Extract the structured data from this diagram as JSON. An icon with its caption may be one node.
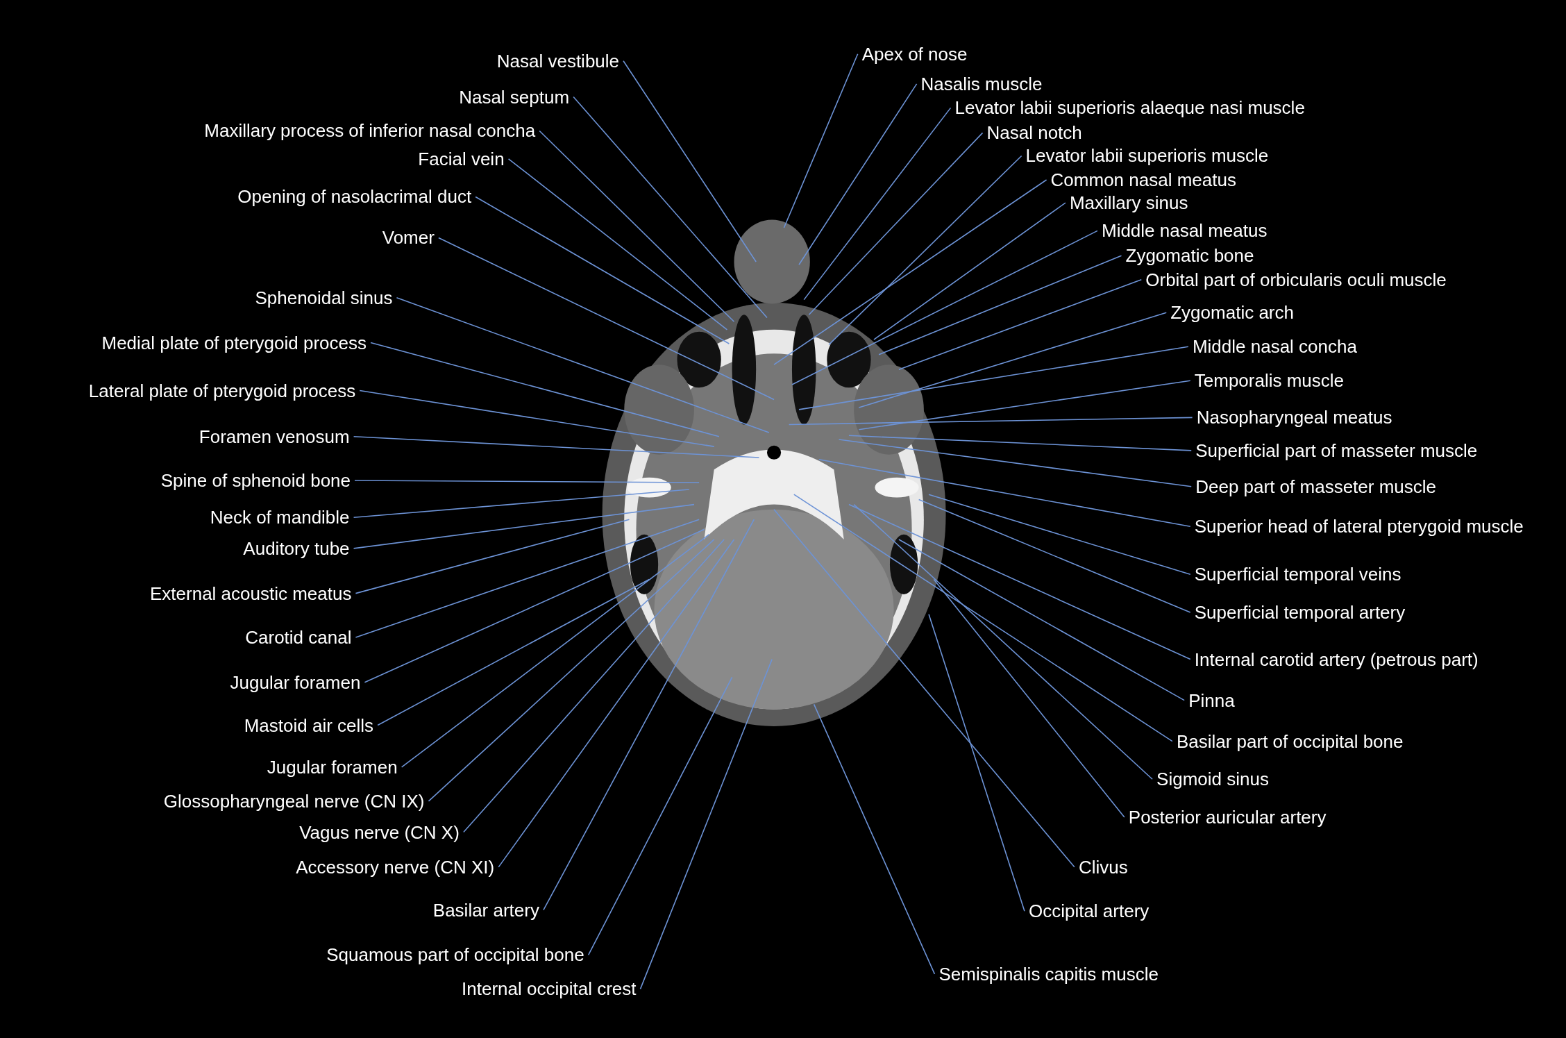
{
  "diagram": {
    "nodes": [
      {
        "text": [
          "Nasal vestibule"
        ]
      },
      {
        "text": [
          "Nasal septum"
        ]
      },
      {
        "text": [
          "Maxillary process of inferior nasal concha"
        ]
      },
      {
        "text": [
          "Facial vein"
        ]
      },
      {
        "text": [
          "Opening of nasolacrimal duct"
        ]
      },
      {
        "text": [
          "Vomer"
        ]
      },
      {
        "text": [
          "Sphenoidal sinus"
        ]
      },
      {
        "text": [
          "Medial plate of pterygoid process"
        ]
      },
      {
        "text": [
          "Lateral plate of pterygoid process"
        ]
      },
      {
        "text": [
          "Foramen venosum"
        ]
      },
      {
        "text": [
          "Spine of sphenoid bone"
        ]
      },
      {
        "text": [
          "Neck of mandible"
        ]
      },
      {
        "text": [
          "Auditory tube"
        ]
      },
      {
        "text": [
          "External acoustic meatus"
        ]
      },
      {
        "text": [
          "Carotid canal"
        ]
      },
      {
        "text": [
          "Jugular foramen"
        ]
      },
      {
        "text": [
          "Mastoid air cells"
        ]
      },
      {
        "text": [
          "Jugular foramen"
        ]
      },
      {
        "text": [
          "Glossopharyngeal nerve (CN IX)"
        ]
      },
      {
        "text": [
          "Vagus nerve (CN X)"
        ]
      },
      {
        "text": [
          "Accessory nerve (CN XI)"
        ]
      },
      {
        "text": [
          "Basilar artery"
        ]
      },
      {
        "text": [
          "Squamous part of occipital bone"
        ]
      },
      {
        "text": [
          "Internal occipital crest"
        ]
      },
      {
        "text": [
          "Apex of nose"
        ]
      },
      {
        "text": [
          "Nasalis muscle"
        ]
      },
      {
        "text": [
          "Levator labii superioris alaeque nasi muscle"
        ]
      },
      {
        "text": [
          "Nasal notch"
        ]
      },
      {
        "text": [
          "Levator labii superioris muscle"
        ]
      },
      {
        "text": [
          "Common nasal meatus"
        ]
      },
      {
        "text": [
          "Maxillary sinus"
        ]
      },
      {
        "text": [
          "Middle nasal meatus"
        ]
      },
      {
        "text": [
          "Zygomatic bone"
        ]
      },
      {
        "text": [
          "Orbital part of orbicularis oculi muscle"
        ]
      },
      {
        "text": [
          "Zygomatic arch"
        ]
      },
      {
        "text": [
          "Middle nasal concha"
        ]
      },
      {
        "text": [
          "Temporalis muscle"
        ]
      },
      {
        "text": [
          "Nasopharyngeal meatus"
        ]
      },
      {
        "text": [
          "Superficial part of masseter muscle"
        ]
      },
      {
        "text": [
          "Deep part of masseter muscle"
        ]
      },
      {
        "text": [
          "Superior head of lateral pterygoid muscle"
        ]
      },
      {
        "text": [
          "Superficial temporal veins"
        ]
      },
      {
        "text": [
          "Superficial temporal artery"
        ]
      },
      {
        "text": [
          "Internal carotid artery (petrous part)"
        ]
      },
      {
        "text": [
          "Pinna"
        ]
      },
      {
        "text": [
          "Basilar part of occipital bone"
        ]
      },
      {
        "text": [
          "Sigmoid sinus"
        ]
      },
      {
        "text": [
          "Posterior auricular artery"
        ]
      },
      {
        "text": [
          "Clivus"
        ]
      },
      {
        "text": [
          "Occipital artery"
        ]
      },
      {
        "text": [
          "Semispinalis capitis muscle"
        ]
      }
    ],
    "edges": [
      {
        "from": 0,
        "to": null,
        "arrow": "none"
      },
      {
        "from": 1,
        "to": null,
        "arrow": "none"
      },
      {
        "from": 2,
        "to": null,
        "arrow": "none"
      },
      {
        "from": 3,
        "to": null,
        "arrow": "none"
      },
      {
        "from": 4,
        "to": null,
        "arrow": "none"
      },
      {
        "from": 5,
        "to": null,
        "arrow": "none"
      },
      {
        "from": 6,
        "to": null,
        "arrow": "none"
      },
      {
        "from": 7,
        "to": null,
        "arrow": "none"
      },
      {
        "from": 8,
        "to": null,
        "arrow": "none"
      },
      {
        "from": 9,
        "to": null,
        "arrow": "none"
      },
      {
        "from": 10,
        "to": null,
        "arrow": "none"
      },
      {
        "from": 11,
        "to": null,
        "arrow": "none"
      },
      {
        "from": 12,
        "to": null,
        "arrow": "none"
      },
      {
        "from": 13,
        "to": null,
        "arrow": "none"
      },
      {
        "from": 14,
        "to": null,
        "arrow": "none"
      },
      {
        "from": 15,
        "to": null,
        "arrow": "none"
      },
      {
        "from": 16,
        "to": null,
        "arrow": "none"
      },
      {
        "from": 17,
        "to": null,
        "arrow": "none"
      },
      {
        "from": 18,
        "to": null,
        "arrow": "none"
      },
      {
        "from": 19,
        "to": null,
        "arrow": "none"
      },
      {
        "from": 20,
        "to": null,
        "arrow": "none"
      },
      {
        "from": 21,
        "to": null,
        "arrow": "none"
      },
      {
        "from": 22,
        "to": null,
        "arrow": "none"
      },
      {
        "from": 23,
        "to": null,
        "arrow": "none"
      },
      {
        "from": 24,
        "to": null,
        "arrow": "none"
      },
      {
        "from": 25,
        "to": null,
        "arrow": "none"
      },
      {
        "from": 26,
        "to": null,
        "arrow": "none"
      },
      {
        "from": 27,
        "to": null,
        "arrow": "none"
      },
      {
        "from": 28,
        "to": null,
        "arrow": "none"
      },
      {
        "from": 29,
        "to": null,
        "arrow": "none"
      },
      {
        "from": 30,
        "to": null,
        "arrow": "none"
      },
      {
        "from": 31,
        "to": null,
        "arrow": "none"
      },
      {
        "from": 32,
        "to": null,
        "arrow": "none"
      },
      {
        "from": 33,
        "to": null,
        "arrow": "none"
      },
      {
        "from": 34,
        "to": null,
        "arrow": "none"
      },
      {
        "from": 35,
        "to": null,
        "arrow": "none"
      },
      {
        "from": 36,
        "to": null,
        "arrow": "none"
      },
      {
        "from": 37,
        "to": null,
        "arrow": "none"
      },
      {
        "from": 38,
        "to": null,
        "arrow": "none"
      },
      {
        "from": 39,
        "to": null,
        "arrow": "none"
      },
      {
        "from": 40,
        "to": null,
        "arrow": "none"
      },
      {
        "from": 41,
        "to": null,
        "arrow": "none"
      },
      {
        "from": 42,
        "to": null,
        "arrow": "none"
      },
      {
        "from": 43,
        "to": null,
        "arrow": "none"
      },
      {
        "from": 44,
        "to": null,
        "arrow": "none"
      },
      {
        "from": 45,
        "to": null,
        "arrow": "none"
      },
      {
        "from": 46,
        "to": null,
        "arrow": "none"
      },
      {
        "from": 47,
        "to": null,
        "arrow": "none"
      },
      {
        "from": 48,
        "to": null,
        "arrow": "none"
      },
      {
        "from": 49,
        "to": null,
        "arrow": "none"
      },
      {
        "from": 50,
        "to": null,
        "arrow": "none"
      }
    ]
  }
}
